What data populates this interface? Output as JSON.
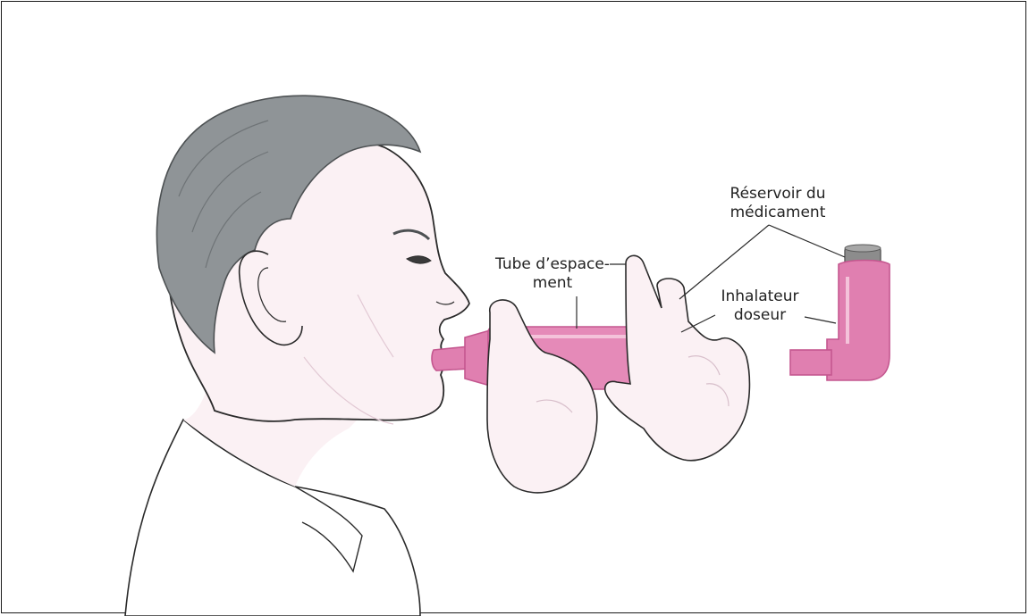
{
  "labels": {
    "reservoir": {
      "line1": "Réservoir du",
      "line2": "médicament"
    },
    "spacer": {
      "line1": "Tube d’espace-",
      "line2": "ment"
    },
    "inhaler": {
      "line1": "Inhalateur",
      "line2": "doseur"
    }
  },
  "colors": {
    "device_pink": "#e07fb0",
    "device_pink_dark": "#c4578f",
    "device_pink_light": "#f2b6d3",
    "skin": "#fbf1f4",
    "skin_shade": "#ecd8e1",
    "hair": "#8f9497",
    "hair_dark": "#6f7477",
    "canister": "#8c8c8c",
    "outline": "#2a2a2a"
  }
}
